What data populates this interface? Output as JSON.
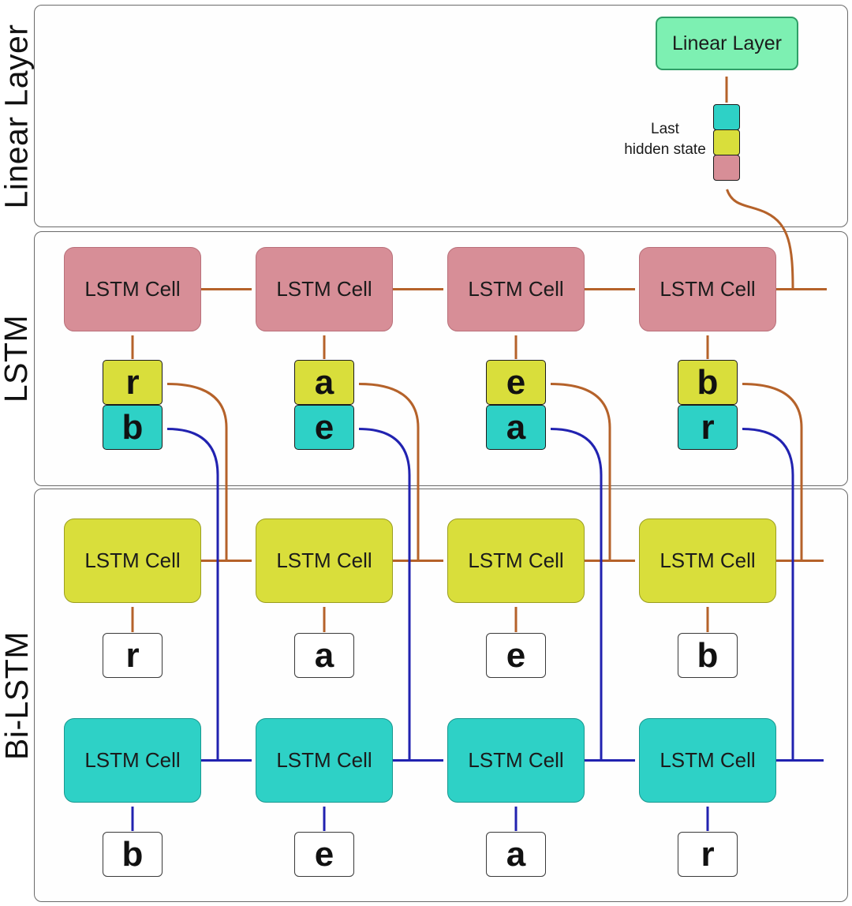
{
  "colors": {
    "pink_cell": "#d78e97",
    "yellow_cell": "#d9de3b",
    "cyan_cell": "#2ed1c6",
    "green_box": "#7df0b2",
    "orange_arrow": "#b5622a",
    "blue_arrow": "#2122b0"
  },
  "linear_section": {
    "side_label": "Linear Layer",
    "linear_box_label": "Linear Layer",
    "hidden_state_caption": [
      "Last",
      "hidden state"
    ],
    "hidden_state_blocks": [
      "cyan",
      "yellow",
      "pink"
    ]
  },
  "lstm_section": {
    "side_label": "LSTM",
    "cells": [
      "LSTM Cell",
      "LSTM Cell",
      "LSTM Cell",
      "LSTM Cell"
    ],
    "stacks": [
      {
        "top": "r",
        "bottom": "b"
      },
      {
        "top": "a",
        "bottom": "e"
      },
      {
        "top": "e",
        "bottom": "a"
      },
      {
        "top": "b",
        "bottom": "r"
      }
    ]
  },
  "bilstm_section": {
    "side_label": "Bi-LSTM",
    "forward_cells": [
      "LSTM Cell",
      "LSTM Cell",
      "LSTM Cell",
      "LSTM Cell"
    ],
    "forward_inputs": [
      "r",
      "a",
      "e",
      "b"
    ],
    "backward_cells": [
      "LSTM Cell",
      "LSTM Cell",
      "LSTM Cell",
      "LSTM Cell"
    ],
    "backward_inputs": [
      "b",
      "e",
      "a",
      "r"
    ]
  }
}
